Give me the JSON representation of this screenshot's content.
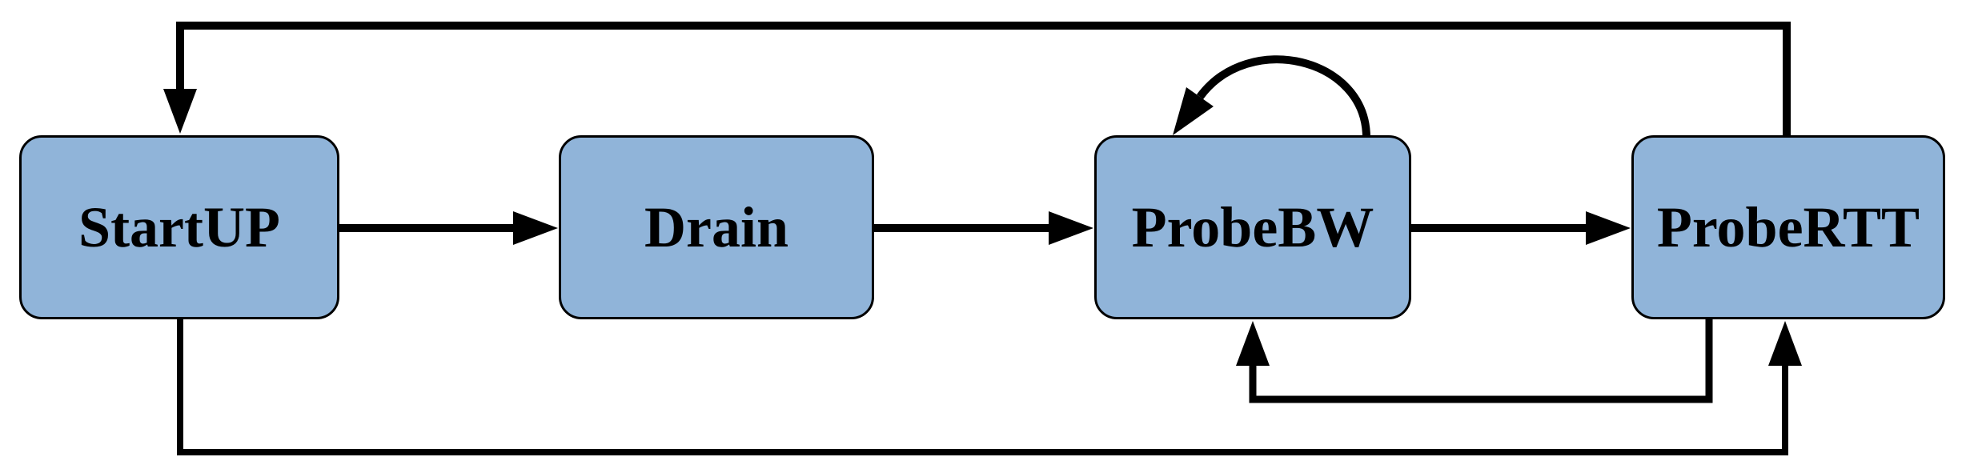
{
  "diagram": {
    "type": "state-machine-flow-diagram",
    "nodes": [
      {
        "id": "startup",
        "label": "StartUP"
      },
      {
        "id": "drain",
        "label": "Drain"
      },
      {
        "id": "probebw",
        "label": "ProbeBW"
      },
      {
        "id": "probertt",
        "label": "ProbeRTT"
      }
    ],
    "edges": [
      {
        "from": "StartUP",
        "to": "Drain",
        "route": "direct-right"
      },
      {
        "from": "Drain",
        "to": "ProbeBW",
        "route": "direct-right"
      },
      {
        "from": "ProbeBW",
        "to": "ProbeRTT",
        "route": "direct-right"
      },
      {
        "from": "ProbeRTT",
        "to": "StartUP",
        "route": "top-feedback"
      },
      {
        "from": "StartUP",
        "to": "ProbeRTT",
        "route": "bottom-long"
      },
      {
        "from": "ProbeRTT",
        "to": "ProbeBW",
        "route": "bottom-short"
      },
      {
        "from": "ProbeBW",
        "to": "ProbeBW",
        "route": "self-loop"
      }
    ],
    "colors": {
      "node_fill": "#90b4d9",
      "node_border": "#000000",
      "edge": "#000000",
      "background": "#ffffff"
    }
  }
}
